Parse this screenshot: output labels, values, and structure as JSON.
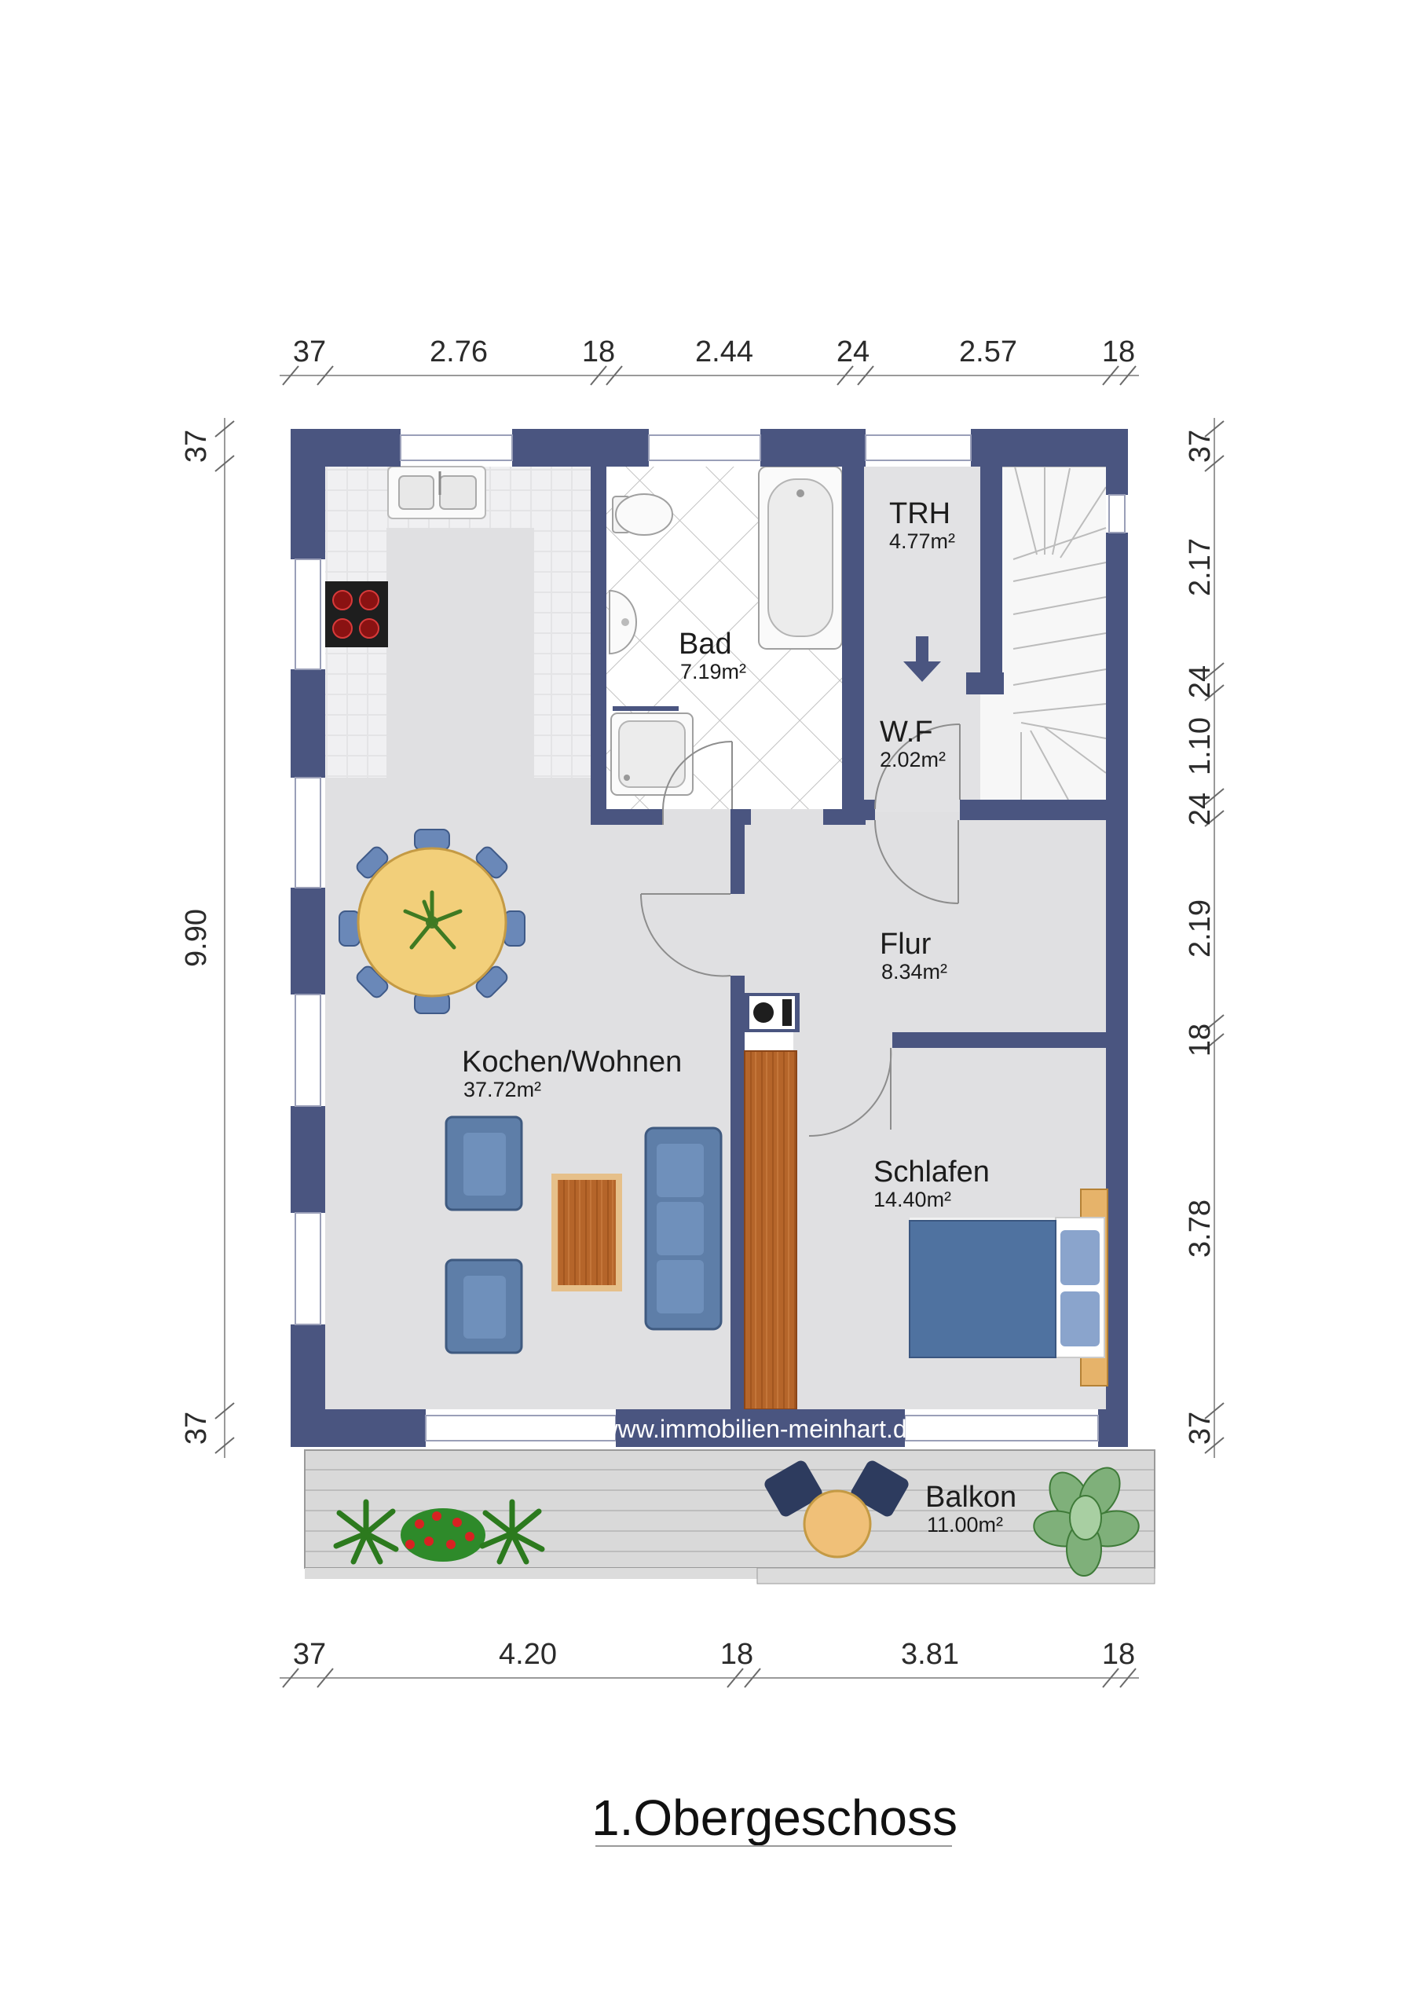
{
  "plan": {
    "title": "1.Obergeschoss",
    "watermark": "www.immobilien-meinhart.de",
    "wall_color": "#4a5580",
    "floor_color": "#e0e0e2"
  },
  "dims": {
    "top": [
      "37",
      "2.76",
      "18",
      "2.44",
      "24",
      "2.57",
      "18"
    ],
    "bottom": [
      "37",
      "4.20",
      "18",
      "3.81",
      "18"
    ],
    "left": [
      "37",
      "9.90",
      "37"
    ],
    "right": [
      "37",
      "2.17",
      "24",
      "1.10",
      "24",
      "2.19",
      "18",
      "3.78",
      "37"
    ]
  },
  "rooms": [
    {
      "name": "Bad",
      "area": "7.19m²"
    },
    {
      "name": "TRH",
      "area": "4.77m²"
    },
    {
      "name": "W.F",
      "area": "2.02m²"
    },
    {
      "name": "Flur",
      "area": "8.34m²"
    },
    {
      "name": "Kochen/Wohnen",
      "area": "37.72m²"
    },
    {
      "name": "Schlafen",
      "area": "14.40m²"
    },
    {
      "name": "Balkon",
      "area": "11.00m²"
    }
  ]
}
